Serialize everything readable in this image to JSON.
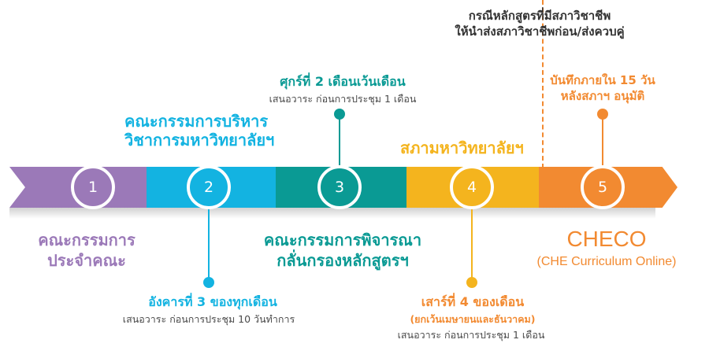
{
  "colors": {
    "purple": "#9b79b8",
    "cyan": "#13b3e1",
    "teal": "#0a9a94",
    "gold": "#f4b41e",
    "orange": "#f28a31"
  },
  "steps": [
    {
      "number": "1"
    },
    {
      "number": "2"
    },
    {
      "number": "3"
    },
    {
      "number": "4"
    },
    {
      "number": "5"
    }
  ],
  "labels": {
    "faculty_committee": {
      "line1": "คณะกรรมการ",
      "line2": "ประจำคณะ"
    },
    "academic_admin": {
      "line1": "คณะกรรมการบริหาร",
      "line2": "วิชาการมหาวิทยาลัยฯ"
    },
    "curriculum_screening": {
      "line1": "คณะกรรมการพิจารณา",
      "line2": "กลั่นกรองหลักสูตรฯ"
    },
    "university_council": "สภามหาวิทยาลัยฯ",
    "checo": {
      "title": "CHECO",
      "subtitle": "(CHE Curriculum Online)"
    }
  },
  "schedules": {
    "step2": {
      "title": "อังคารที่ 3 ของทุกเดือน",
      "note": "เสนอวาระ ก่อนการประชุม 10 วันทำการ"
    },
    "step3": {
      "title": "ศุกร์ที่ 2 เดือนเว้นเดือน",
      "note": "เสนอวาระ ก่อนการประชุม 1 เดือน"
    },
    "step4": {
      "title": "เสาร์ที่ 4 ของเดือน",
      "subtitle": "(ยกเว้นเมษายนและธันวาคม)",
      "note": "เสนอวาระ ก่อนการประชุม 1 เดือน"
    },
    "step5": {
      "line1": "บันทึกภายใน 15 วัน",
      "line2": "หลังสภาฯ อนุมัติ"
    }
  },
  "professional_note": {
    "line1": "กรณีหลักสูตรที่มีสภาวิชาชีพ",
    "line2": "ให้นำส่งสภาวิชาชีพก่อน/ส่งควบคู่"
  }
}
